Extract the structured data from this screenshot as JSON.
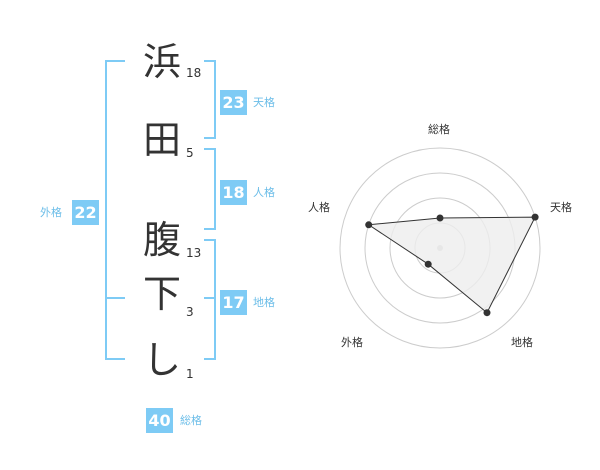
{
  "name": {
    "characters": [
      {
        "char": "浜",
        "strokes": "18"
      },
      {
        "char": "田",
        "strokes": "5"
      },
      {
        "char": "腹",
        "strokes": "13"
      },
      {
        "char": "下",
        "strokes": "3"
      },
      {
        "char": "し",
        "strokes": "1"
      }
    ]
  },
  "fortune": {
    "tenkaku": {
      "value": "23",
      "label": "天格"
    },
    "jinkaku": {
      "value": "18",
      "label": "人格"
    },
    "chikaku": {
      "value": "17",
      "label": "地格"
    },
    "gaikaku": {
      "value": "22",
      "label": "外格"
    },
    "soukaku": {
      "value": "40",
      "label": "総格"
    }
  },
  "radar": {
    "axes": [
      "総格",
      "天格",
      "地格",
      "外格",
      "人格"
    ],
    "values": [
      0.3,
      1.0,
      0.8,
      0.2,
      0.75
    ],
    "max": 1.0,
    "rings": 4
  },
  "colors": {
    "accent": "#7ecbf5",
    "label": "#6bbde8",
    "radar_fill": "#eeeeee",
    "radar_line": "#333333",
    "ring": "#cccccc"
  }
}
